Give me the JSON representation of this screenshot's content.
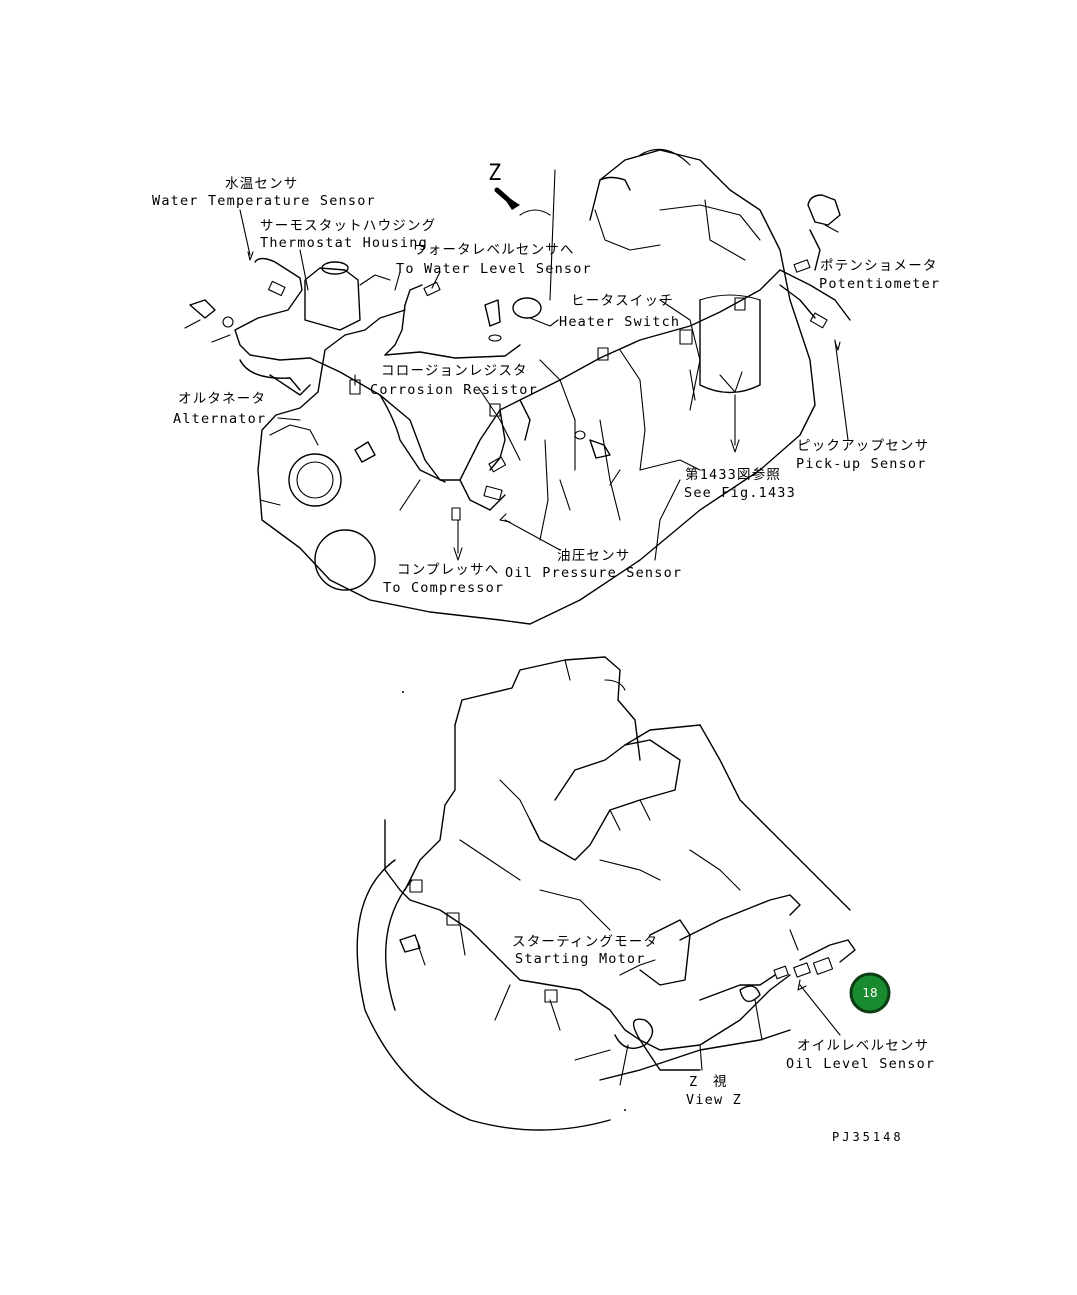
{
  "view_marker": "Z",
  "labels": {
    "water_temp_jp": "水温センサ",
    "water_temp_en": "Water Temperature Sensor",
    "thermostat_jp": "サーモスタットハウジング",
    "thermostat_en": "Thermostat Housing",
    "water_level_jp": "ウォータレベルセンサへ",
    "water_level_en": "To Water Level Sensor",
    "potentiometer_jp": "ポテンショメータ",
    "potentiometer_en": "Potentiometer",
    "heater_switch_jp": "ヒータスイッチ",
    "heater_switch_en": "Heater Switch",
    "corrosion_jp": "コロージョンレジスタ",
    "corrosion_en": "Corrosion Resistor",
    "alternator_jp": "オルタネータ",
    "alternator_en": "Alternator",
    "pickup_jp": "ピックアップセンサ",
    "pickup_en": "Pick-up Sensor",
    "seefig_jp": "第1433図参照",
    "seefig_en": "See Fig.1433",
    "compressor_jp": "コンプレッサへ",
    "compressor_en": "To Compressor",
    "oil_pressure_jp": "油圧センサ",
    "oil_pressure_en": "Oil Pressure Sensor",
    "starting_jp": "スターティングモータ",
    "starting_en": "Starting Motor",
    "oil_level_jp": "オイルレベルセンサ",
    "oil_level_en": "Oil Level Sensor",
    "viewz_jp": "Z　視",
    "viewz_en": "View Z"
  },
  "drawing_code": "PJ35148",
  "badge": {
    "text": "18",
    "color": "#1a8a2e",
    "border": "#0b3d12"
  }
}
